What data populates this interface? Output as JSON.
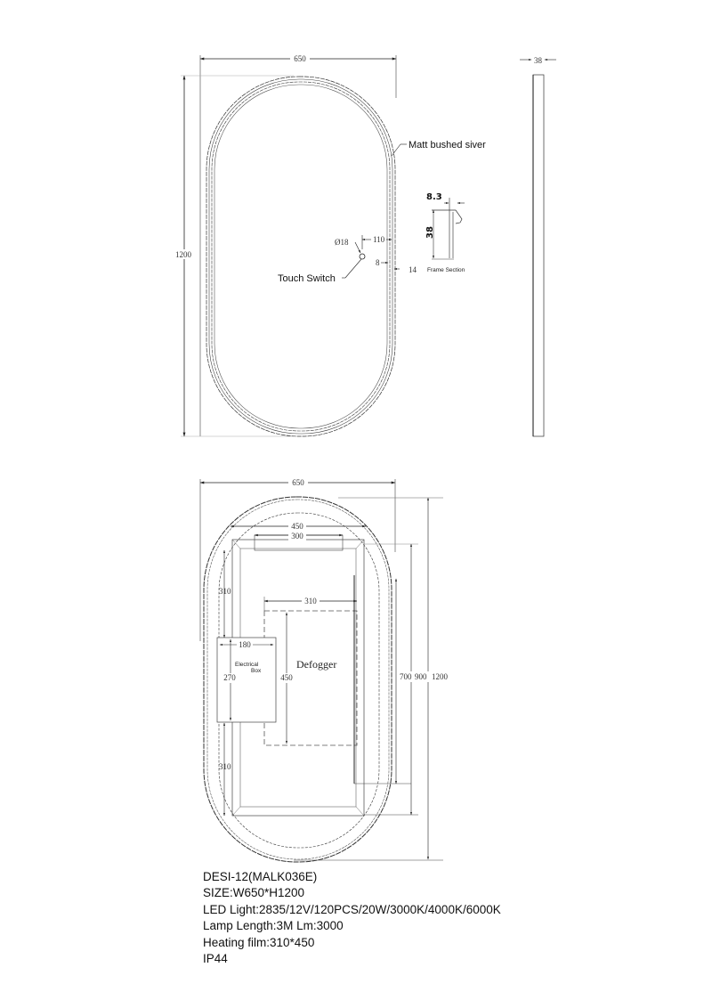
{
  "top_view": {
    "width_dim": "650",
    "height_dim": "1200",
    "depth_dim": "38",
    "finish_callout": "Matt bushed siver",
    "switch_label": "Touch Switch",
    "switch_diameter": "Ø18",
    "switch_offset_top": "110",
    "switch_offset_side": "8",
    "frame_offset": "14"
  },
  "frame_section": {
    "title": "Frame Section",
    "lip_dim": "8.3",
    "height_dim": "38"
  },
  "back_view": {
    "width_dim": "650",
    "bracket_outer_width": "450",
    "bracket_inner_width": "300",
    "defogger_width": "310",
    "defogger_height": "450",
    "defogger_label": "Defogger",
    "box_width": "180",
    "box_height": "270",
    "box_label_line1": "Electrical",
    "box_label_line2": "Box",
    "top_margin": "310",
    "bottom_margin": "310",
    "heights": [
      "700",
      "900",
      "1200"
    ]
  },
  "specs": {
    "model": "DESI-12(MALK036E)",
    "size": "SIZE:W650*H1200",
    "led": "LED Light:2835/12V/120PCS/20W/3000K/4000K/6000K",
    "lamp": "Lamp Length:3M  Lm:3000",
    "heating": "Heating film:310*450",
    "ip": "IP44"
  }
}
